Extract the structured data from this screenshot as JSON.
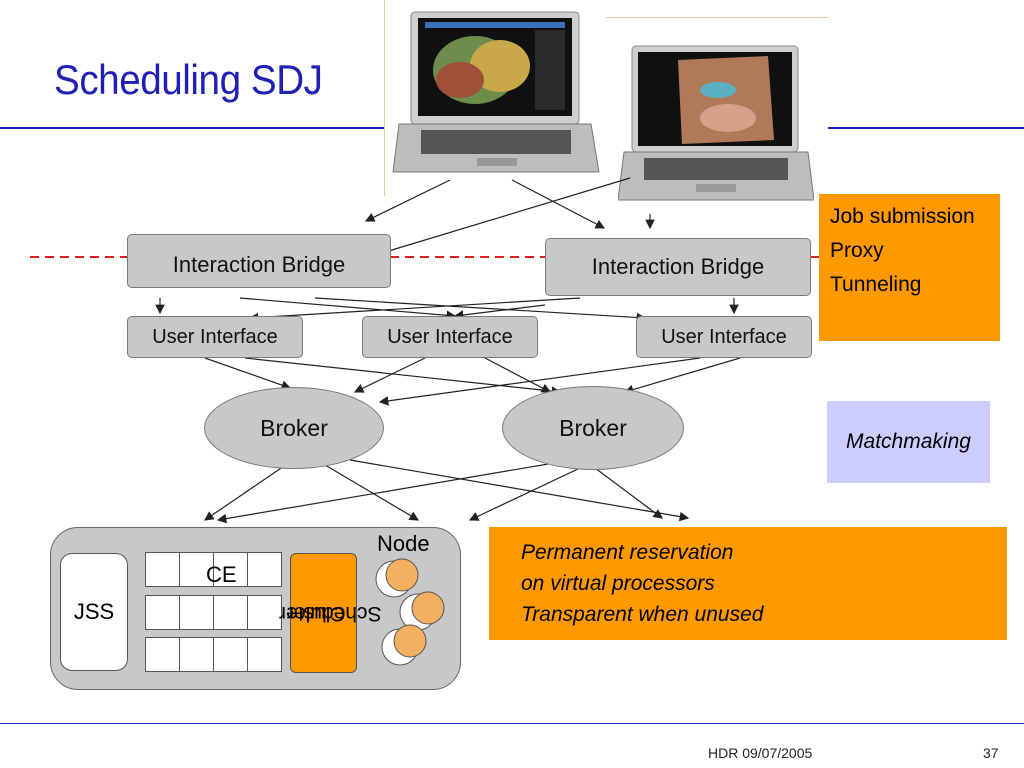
{
  "slide": {
    "title": "Scheduling SDJ",
    "footer_left": "HDR 09/07/2005",
    "page_number": "37"
  },
  "diagram": {
    "bridges": [
      "Interaction Bridge",
      "Interaction Bridge"
    ],
    "user_interfaces": [
      "User Interface",
      "User Interface",
      "User Interface"
    ],
    "brokers": [
      "Broker",
      "Broker"
    ],
    "cluster": {
      "jss": "JSS",
      "ce": "CE",
      "scheduler_line1": "Cluster",
      "scheduler_line2": "Scheduler",
      "node": "Node"
    },
    "annotations": {
      "bridge_roles": [
        "Job submission",
        "Proxy",
        "Tunneling"
      ],
      "broker_role": "Matchmaking",
      "reservation_lines": [
        "Permanent reservation",
        "on virtual processors",
        "Transparent when unused"
      ]
    }
  },
  "colors": {
    "title_blue": "#1f1fb4",
    "orange": "#ff9900",
    "lavender": "#ccccff",
    "gray_box": "#c8c8c8",
    "dashed_red": "#e02020"
  },
  "icons": [
    "laptop-icon",
    "laptop-icon",
    "arrow-icon",
    "node-disk-icon"
  ]
}
